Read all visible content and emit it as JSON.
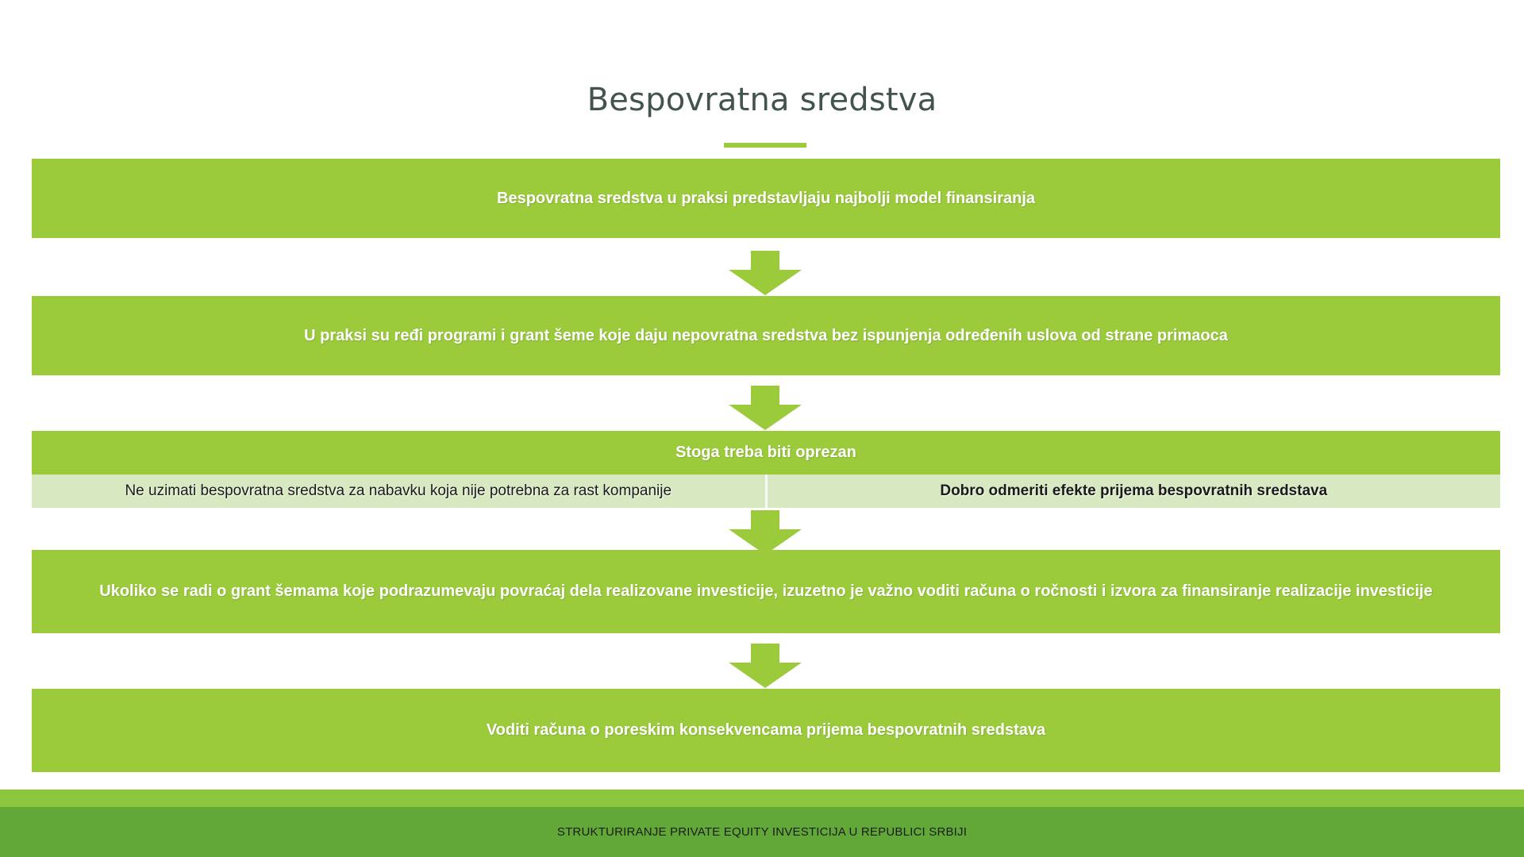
{
  "slide": {
    "title": "Bespovratna sredstva",
    "accent_color": "#9BCB3B",
    "band_color": "#9BCB3B",
    "subrow_color": "#D8E8C0",
    "title_color": "#435450",
    "footer_strip_color": "#8DC63F",
    "footer_bar_color": "#62A838"
  },
  "flow": {
    "bands": [
      {
        "text": "Bespovratna sredstva u praksi predstavljaju najbolji model finansiranja"
      },
      {
        "text": "U praksi su ređi programi i grant šeme koje daju nepovratna sredstva bez ispunjenja određenih uslova od strane primaoca"
      },
      {
        "text": "Stoga treba biti oprezan"
      },
      {
        "text": "Ukoliko se radi o grant šemama koje podrazumevaju povraćaj dela realizovane investicije, izuzetno je važno voditi računa o ročnosti i izvora za finansiranje realizacije investicije"
      },
      {
        "text": "Voditi računa o poreskim konsekvencama prijema bespovratnih sredstava"
      }
    ],
    "subrow": {
      "left": "Ne uzimati bespovratna sredstva za nabavku koja nije potrebna za rast kompanije",
      "right": "Dobro odmeriti efekte prijema bespovratnih sredstava"
    },
    "arrow_icon": "arrow-down-icon"
  },
  "footer": {
    "text": "STRUKTURIRANJE PRIVATE EQUITY INVESTICIJA U REPUBLICI SRBIJI"
  }
}
